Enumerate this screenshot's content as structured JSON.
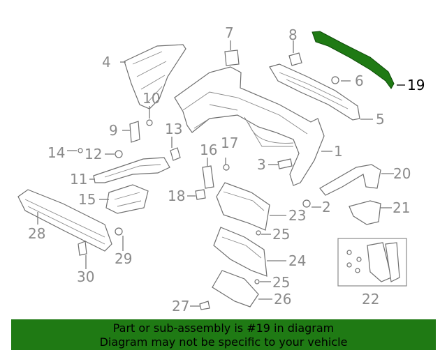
{
  "callouts": {
    "n1": "1",
    "n2": "2",
    "n3": "3",
    "n4": "4",
    "n5": "5",
    "n6": "6",
    "n7": "7",
    "n8": "8",
    "n9": "9",
    "n10": "10",
    "n11": "11",
    "n12": "12",
    "n13": "13",
    "n14": "14",
    "n15": "15",
    "n16": "16",
    "n17": "17",
    "n18": "18",
    "n19": "19",
    "n20": "20",
    "n21": "21",
    "n22": "22",
    "n23": "23",
    "n24": "24",
    "n25a": "25",
    "n25b": "25",
    "n26": "26",
    "n27": "27",
    "n28": "28",
    "n29": "29",
    "n30": "30"
  },
  "highlight": {
    "part": "19",
    "color": "#1f7a14"
  },
  "banner": {
    "line1": "Part or sub-assembly is #19 in diagram",
    "line2": "Diagram may not be specific to your vehicle",
    "background": "#1f7a14"
  }
}
